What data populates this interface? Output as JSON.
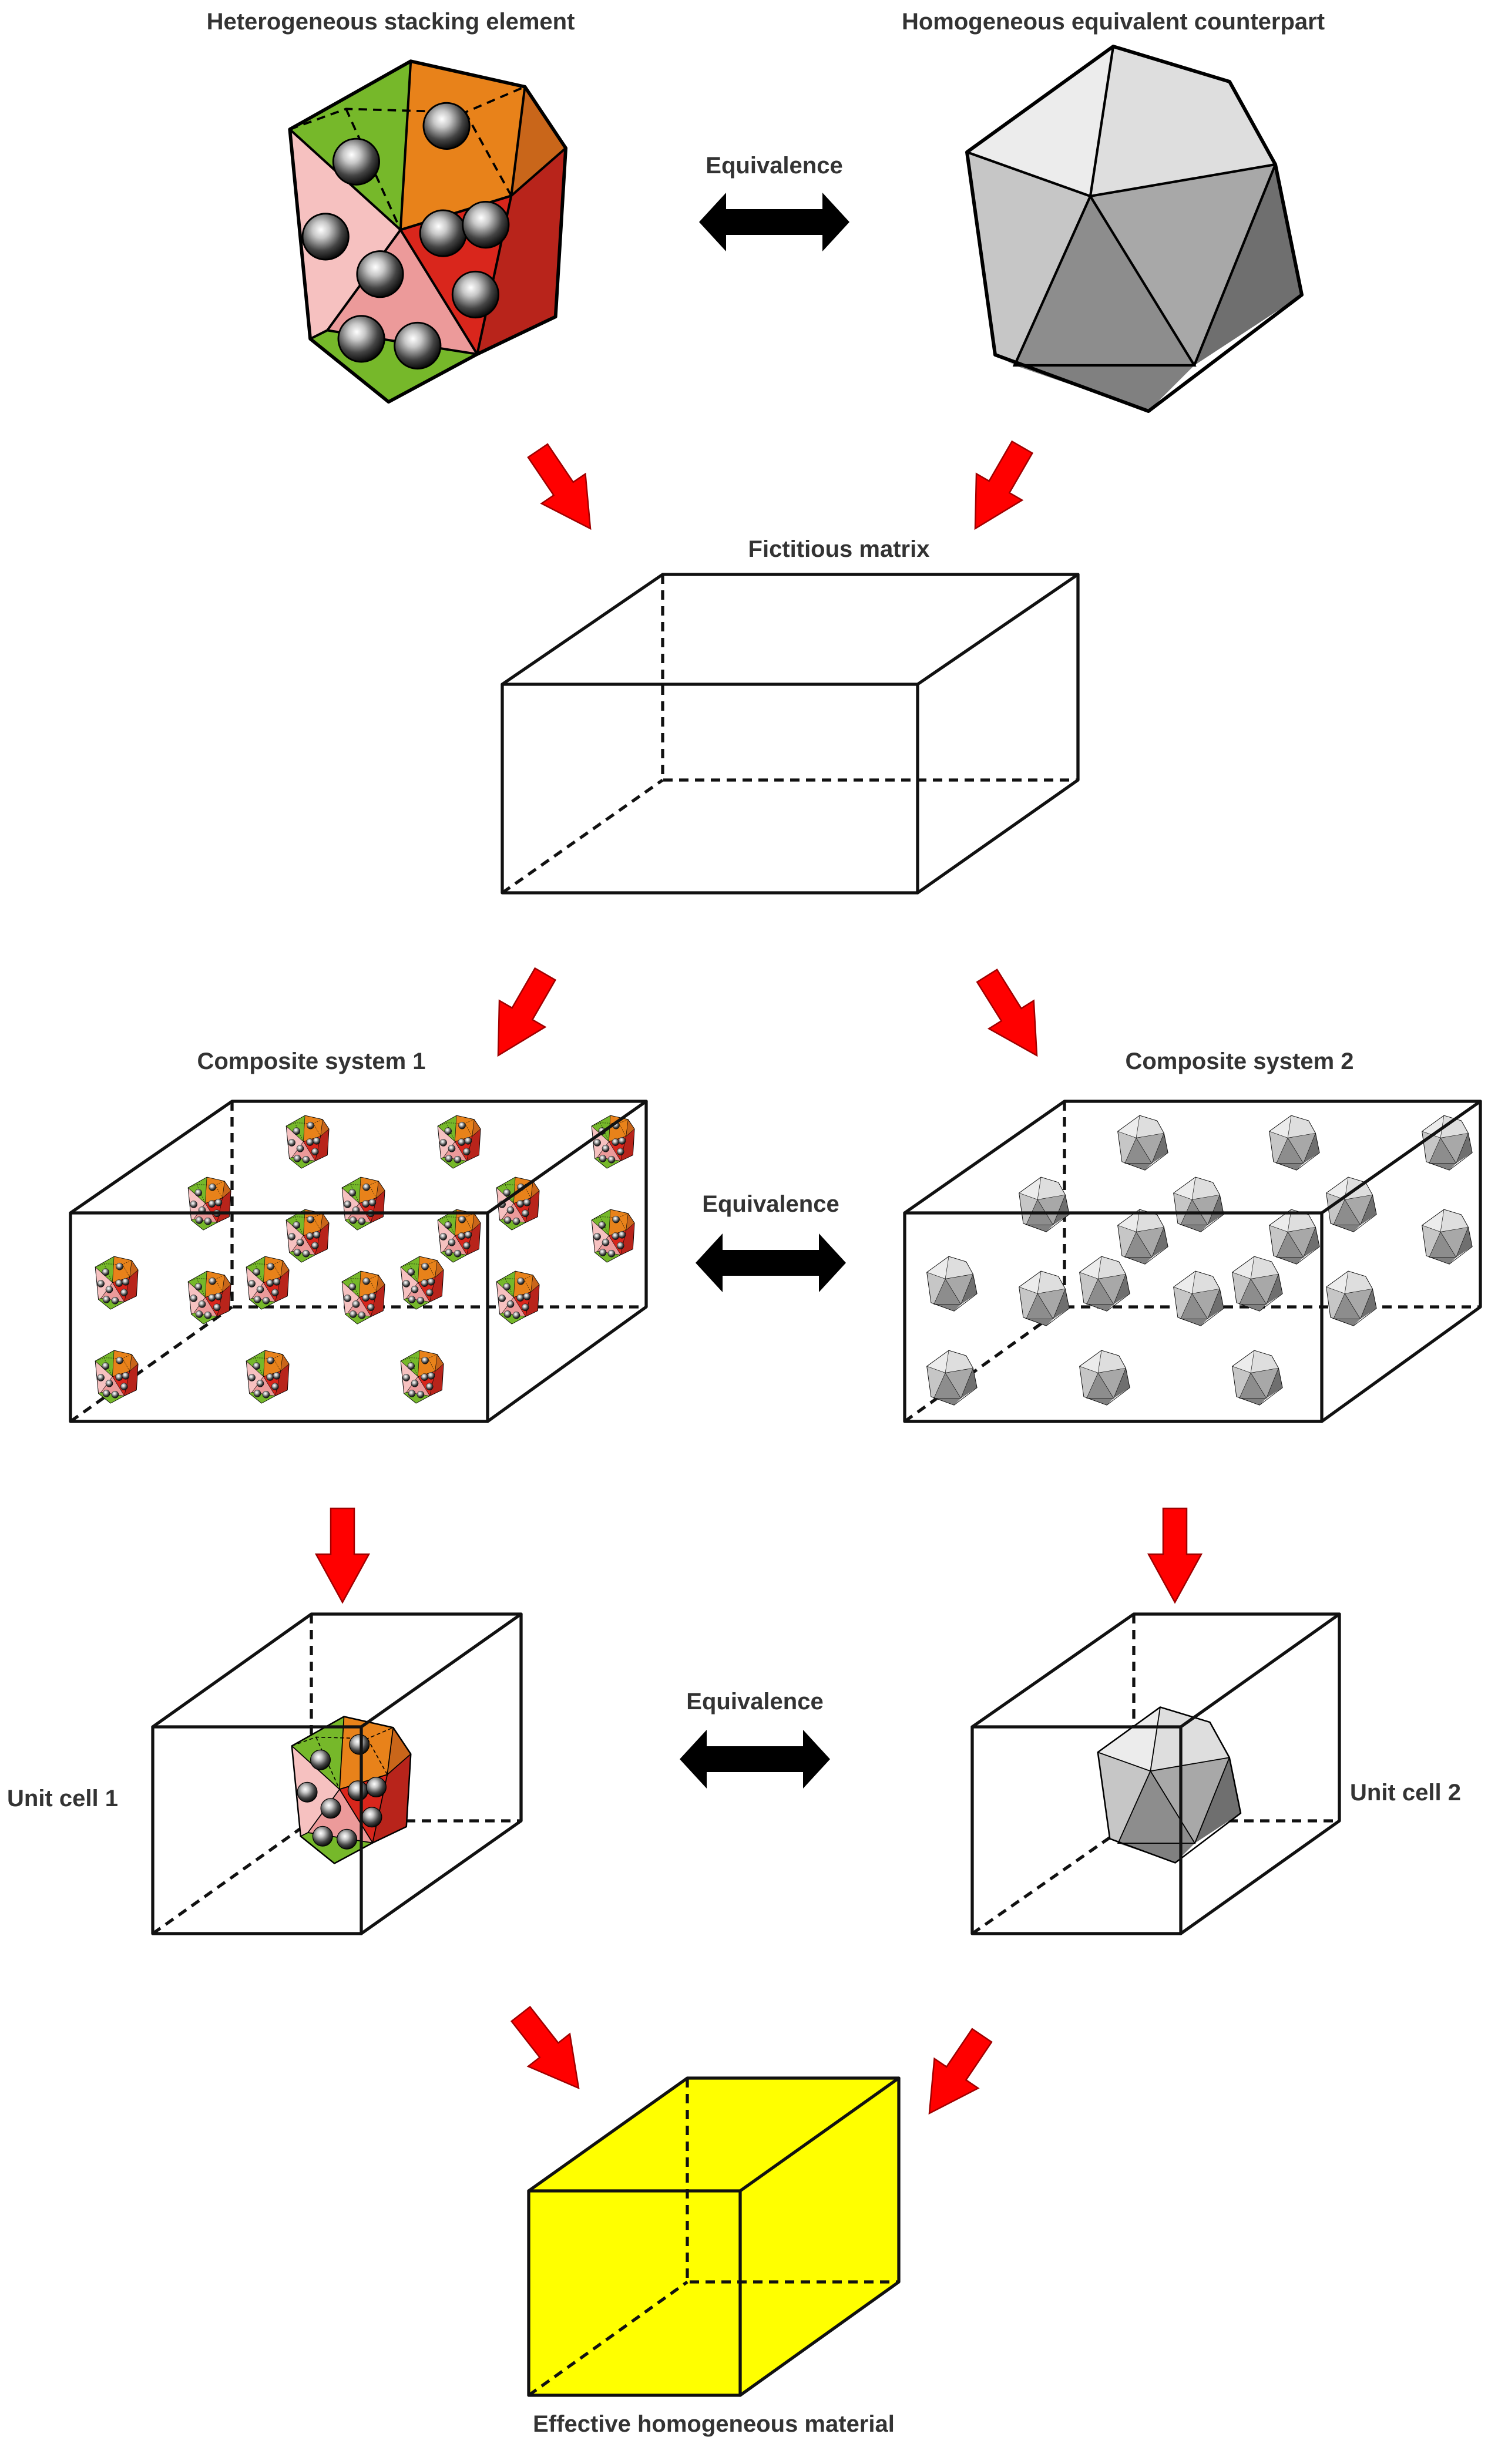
{
  "labels": {
    "heterogeneous_element": "Heterogeneous stacking element",
    "homogeneous_counterpart": "Homogeneous equivalent counterpart",
    "equivalence": "Equivalence",
    "fictitious_matrix": "Fictitious matrix",
    "composite_system_1": "Composite system 1",
    "composite_system_2": "Composite system 2",
    "unit_cell_1": "Unit cell 1",
    "unit_cell_2": "Unit cell 2",
    "effective_material": "Effective homogeneous material"
  },
  "colors": {
    "flow_arrow": "#ff0000",
    "equivalence_arrow": "#000000",
    "effective_material_fill": "#ffff00",
    "element_green": "#76b82a",
    "element_orange": "#e8821a",
    "element_red": "#d9261c",
    "element_pink": "#f6c1c0",
    "sphere_dark": "#1a1a1a",
    "homogeneous_grey": "#c4c4c4"
  },
  "icons": {
    "flow": "red-down-arrow",
    "equivalence": "double-headed-arrow",
    "heterogeneous_particle": "colored-icosahedron-with-spheres",
    "homogeneous_particle": "grey-icosahedron"
  }
}
